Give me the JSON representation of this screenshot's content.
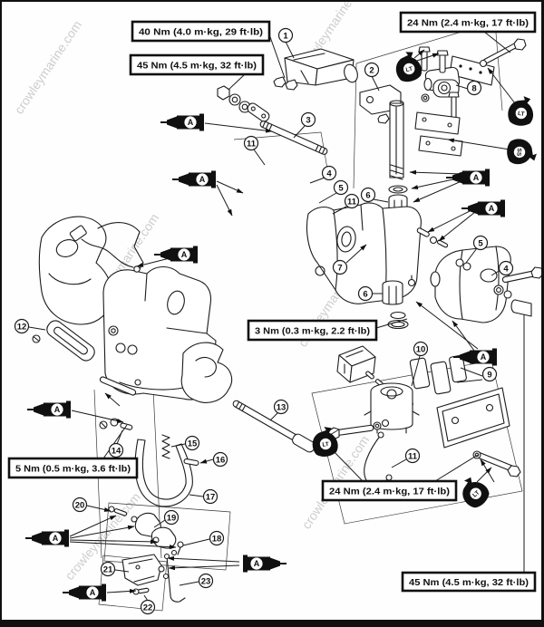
{
  "watermark": {
    "text": "crowleymarine.com"
  },
  "callouts": {
    "c40_top": {
      "text": "40 Nm (4.0 m·kg, 29 ft·lb)"
    },
    "c45_top": {
      "text": "45 Nm (4.5 m·kg, 32 ft·lb)"
    },
    "c24_top": {
      "text": "24 Nm (2.4 m·kg, 17 ft·lb)"
    },
    "c3_mid": {
      "text": "3 Nm (0.3 m·kg, 2.2 ft·lb)"
    },
    "c5_left": {
      "text": "5 Nm (0.5 m·kg, 3.6 ft·lb)"
    },
    "c24_bottom": {
      "text": "24 Nm (2.4 m·kg, 17 ft·lb)"
    },
    "c45_bottom": {
      "text": "45 Nm (4.5 m·kg, 32 ft·lb)"
    }
  },
  "symbols": {
    "grease_label": "A",
    "loctite_label": "LT",
    "sealant_label": "SS"
  },
  "labels": {
    "n1": "1",
    "n2": "2",
    "n3": "3",
    "n4": "4",
    "n5": "5",
    "n6": "6",
    "n7": "7",
    "n8": "8",
    "n9": "9",
    "n10": "10",
    "n11": "11",
    "n12": "12",
    "n13": "13",
    "n14": "14",
    "n15": "15",
    "n16": "16",
    "n17": "17",
    "n18": "18",
    "n19": "19",
    "n20": "20",
    "n21": "21",
    "n22": "22",
    "n23": "23"
  }
}
